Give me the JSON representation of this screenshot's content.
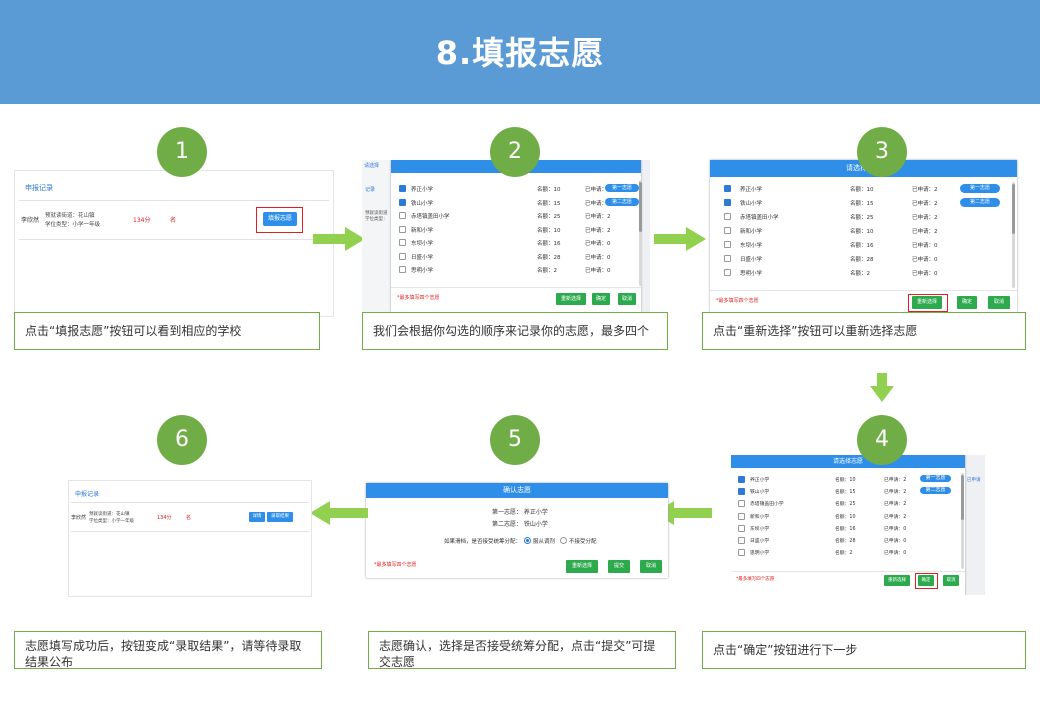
{
  "title": "8.填报志愿",
  "steps": [
    "1",
    "2",
    "3",
    "4",
    "5",
    "6"
  ],
  "captions": {
    "c1": "点击“填报志愿”按钮可以看到相应的学校",
    "c2": "我们会根据你勾选的顺序来记录你的志愿，最多四个",
    "c3": "点击“重新选择”按钮可以重新选择志愿",
    "c4": "点击“确定”按钮进行下一步",
    "c5": "志愿确认，选择是否接受统筹分配，点击“提交”可提交志愿",
    "c6": "志愿填写成功后，按钮变成“录取结果”，请等待录取结果公布"
  },
  "record": {
    "header": "申报记录",
    "name": "李欣然",
    "street": "预就读街道：花山镇",
    "type": "学位类型：小学一年级",
    "score": "134分",
    "rank": "名",
    "fill_button": "填报志愿",
    "view_button": "详情",
    "result_button": "录取结果"
  },
  "modal": {
    "title": "请选择志愿",
    "schools": [
      {
        "name": "养正小学",
        "quota": "名额：10",
        "applied": "已申请：2",
        "checked": true,
        "choice": "第一志愿"
      },
      {
        "name": "铁山小学",
        "quota": "名额：15",
        "applied": "已申请：2",
        "checked": true,
        "choice": "第二志愿"
      },
      {
        "name": "赤塔镇盖田小学",
        "quota": "名额：25",
        "applied": "已申请：2",
        "checked": false,
        "choice": ""
      },
      {
        "name": "新和小学",
        "quota": "名额：10",
        "applied": "已申请：2",
        "checked": false,
        "choice": ""
      },
      {
        "name": "东坝小学",
        "quota": "名额：16",
        "applied": "已申请：0",
        "checked": false,
        "choice": ""
      },
      {
        "name": "日盛小学",
        "quota": "名额：28",
        "applied": "已申请：0",
        "checked": false,
        "choice": ""
      },
      {
        "name": "思明小学",
        "quota": "名额：2",
        "applied": "已申请：0",
        "checked": false,
        "choice": ""
      }
    ],
    "hint": "*最多填写四个志愿",
    "reselect": "重新选择",
    "confirm": "确定",
    "cancel": "取消"
  },
  "confirm_modal": {
    "title": "确认志愿",
    "first": "第一志愿：  养正小学",
    "second": "第二志愿：  铁山小学",
    "question": "如果滑档，是否接受统筹分配：",
    "opt_yes": "服从调剂",
    "opt_no": "不接受分配",
    "hint": "*最多填写四个志愿",
    "reselect": "重新选择",
    "submit": "提交",
    "cancel": "取消"
  },
  "bg_fragments": {
    "tab": "请选择",
    "left_label": "记录",
    "left_text": "预就读街道\n学位类型：",
    "right_text": "已申请"
  },
  "colors": {
    "header": "#5b9bd5",
    "step": "#70ad47",
    "arrow": "#92d050",
    "modal": "#2e8ee8",
    "button": "#2eaa4e"
  }
}
